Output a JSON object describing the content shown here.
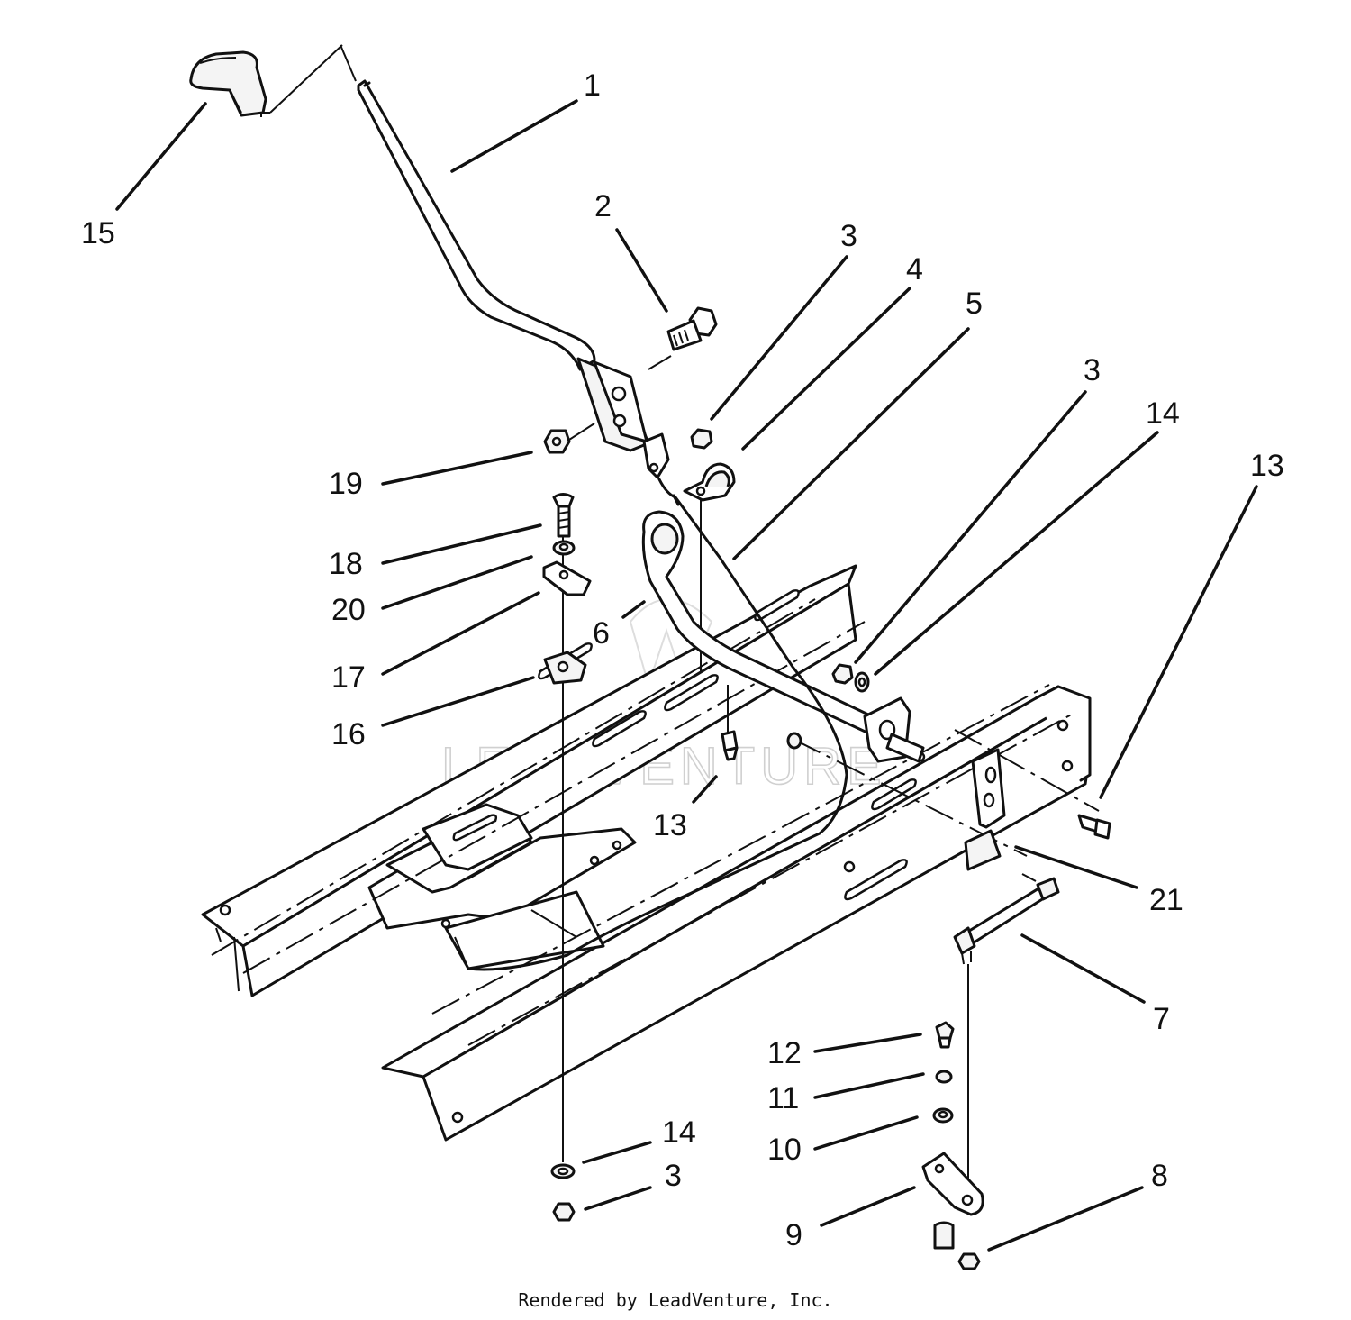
{
  "watermark": "LEADVENTURE",
  "footer": {
    "credit": "Rendered by LeadVenture, Inc."
  },
  "callouts": [
    {
      "id": "c1",
      "label": "1"
    },
    {
      "id": "c2",
      "label": "2"
    },
    {
      "id": "c3a",
      "label": "3"
    },
    {
      "id": "c4",
      "label": "4"
    },
    {
      "id": "c5",
      "label": "5"
    },
    {
      "id": "c3b",
      "label": "3"
    },
    {
      "id": "c14a",
      "label": "14"
    },
    {
      "id": "c13a",
      "label": "13"
    },
    {
      "id": "c15",
      "label": "15"
    },
    {
      "id": "c19",
      "label": "19"
    },
    {
      "id": "c18",
      "label": "18"
    },
    {
      "id": "c20",
      "label": "20"
    },
    {
      "id": "c17",
      "label": "17"
    },
    {
      "id": "c16",
      "label": "16"
    },
    {
      "id": "c6",
      "label": "6"
    },
    {
      "id": "c13b",
      "label": "13"
    },
    {
      "id": "c21",
      "label": "21"
    },
    {
      "id": "c7",
      "label": "7"
    },
    {
      "id": "c12",
      "label": "12"
    },
    {
      "id": "c11",
      "label": "11"
    },
    {
      "id": "c10",
      "label": "10"
    },
    {
      "id": "c14b",
      "label": "14"
    },
    {
      "id": "c3c",
      "label": "3"
    },
    {
      "id": "c8",
      "label": "8"
    },
    {
      "id": "c9",
      "label": "9"
    }
  ]
}
